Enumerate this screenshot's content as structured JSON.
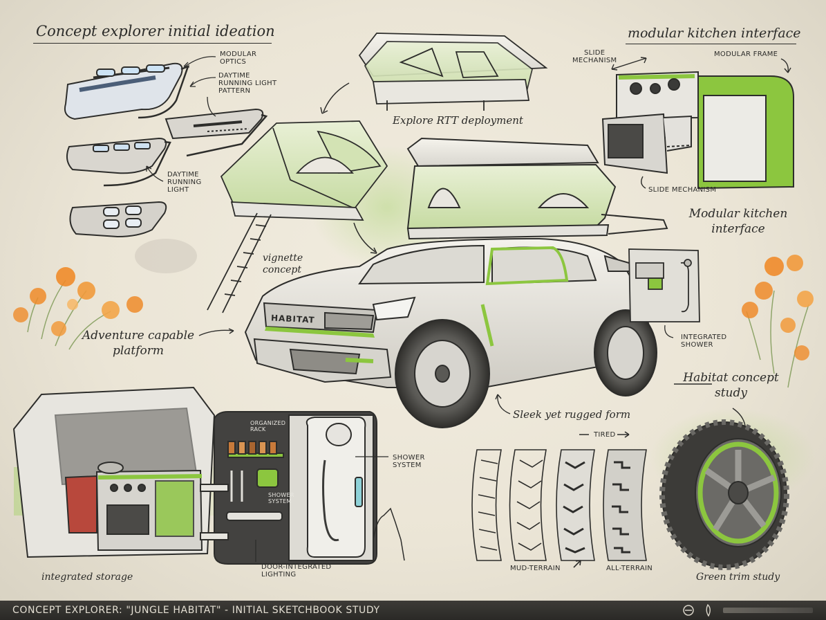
{
  "titles": {
    "concept_explorer": "Concept explorer initial ideation",
    "modular_kitchen_top": "modular kitchen interface",
    "explore_rtt": "Explore RTT deployment",
    "modular_kitchen_side": "Modular kitchen\ninterface",
    "vignette": "vignette\nconcept",
    "adventure": "Adventure capable\nplatform",
    "habitat_study": "Habitat concept\nstudy",
    "sleek": "Sleek yet rugged form",
    "integrated_storage": "integrated storage",
    "green_trim": "Green trim study"
  },
  "labels": {
    "modular_optics": "MODULAR\nOPTICS",
    "drl_pattern": "DAYTIME\nRUNNING LIGHT\nPATTERN",
    "drl": "DAYTIME\nRUNNING\nLIGHT",
    "slide_mechanism_top": "SLIDE\nMECHANISM",
    "modular_frame": "MODULAR FRAME",
    "slide_mechanism_bottom": "SLIDE MECHANISM",
    "integrated_shower": "INTEGRATED\nSHOWER",
    "organized_rack": "ORGANIZED\nRACK",
    "shower_system_rack": "SHOWER\nSYSTEM",
    "shower_system": "SHOWER\nSYSTEM",
    "door_lighting": "DOOR-INTEGRATED\nLIGHTING",
    "tired": "TIRED",
    "mud_terrain": "MUD-TERRAIN",
    "all_terrain": "ALL-TERRAIN"
  },
  "vehicle": {
    "badge": "HABITAT"
  },
  "footer": {
    "caption": "CONCEPT EXPLORER: \"JUNGLE HABITAT\" - INITIAL SKETCHBOOK STUDY"
  },
  "colors": {
    "paper": "#ede7d8",
    "ink": "#2a2a28",
    "accent_green": "#8cc63f",
    "poppy_orange": "#ef8b2a",
    "footer_bg": "#33312d"
  },
  "icons": {
    "logo_circle": "circle-logo-icon",
    "logo_feather": "feather-logo-icon"
  }
}
